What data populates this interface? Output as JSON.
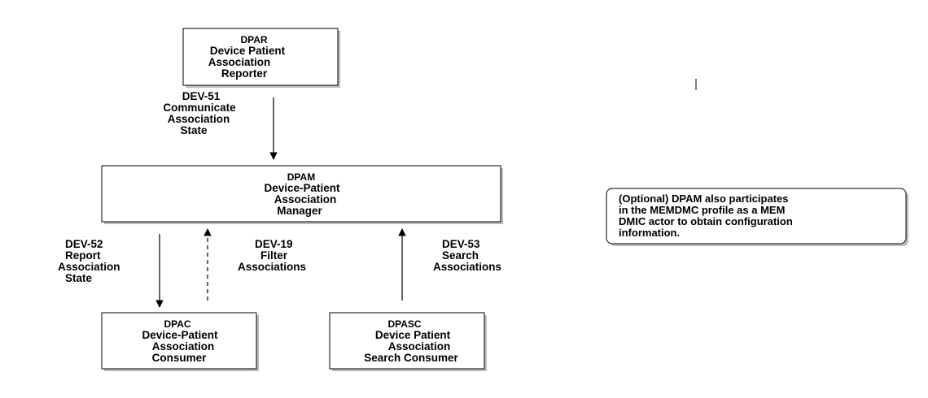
{
  "actors": {
    "dpar": {
      "abbr": "DPAR",
      "lines": [
        "Device Patient",
        "Association",
        "Reporter"
      ]
    },
    "dpam": {
      "abbr": "DPAM",
      "lines": [
        "Device-Patient",
        "Association",
        "Manager"
      ]
    },
    "dpac": {
      "abbr": "DPAC",
      "lines": [
        "Device-Patient",
        "Association",
        "Consumer"
      ]
    },
    "dpasc": {
      "abbr": "DPASC",
      "lines": [
        "Device Patient",
        "Association",
        "Search Consumer"
      ]
    }
  },
  "transactions": {
    "dev51": {
      "code": "DEV-51",
      "lines": [
        "Communicate",
        "Association",
        "State"
      ]
    },
    "dev52": {
      "code": "DEV-52",
      "lines": [
        "Report",
        "Association",
        "State"
      ]
    },
    "dev19": {
      "code": "DEV-19",
      "lines": [
        "Filter",
        "Associations"
      ]
    },
    "dev53": {
      "code": "DEV-53",
      "lines": [
        "Search",
        "Associations"
      ]
    }
  },
  "note": {
    "lines": [
      "(Optional) DPAM also participates",
      "in the MEMDMC profile as a MEM",
      "DMIC actor to obtain configuration",
      "information."
    ]
  }
}
